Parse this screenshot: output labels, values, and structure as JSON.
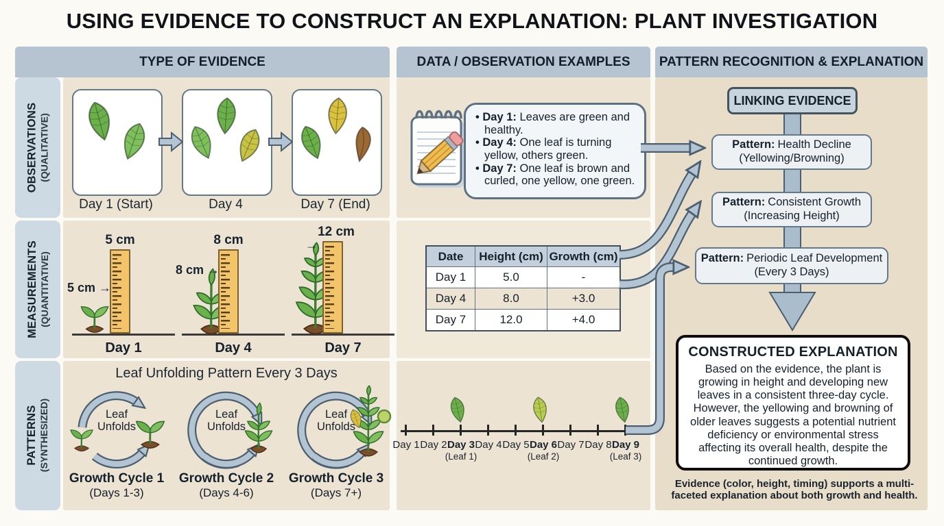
{
  "title": "USING EVIDENCE TO CONSTRUCT AN EXPLANATION: PLANT INVESTIGATION",
  "columns": [
    {
      "label": "TYPE OF EVIDENCE"
    },
    {
      "label": "DATA / OBSERVATION EXAMPLES"
    },
    {
      "label": "PATTERN RECOGNITION & EXPLANATION"
    }
  ],
  "row_labels": [
    {
      "line1": "OBSERVATIONS",
      "line2": "(QUALITATIVE)"
    },
    {
      "line1": "MEASUREMENTS",
      "line2": "(QUANTITATIVE)"
    },
    {
      "line1": "PATTERNS",
      "line2": "(SYNTHESIZED)"
    }
  ],
  "observations": {
    "stages": [
      {
        "label": "Day 1 (Start)",
        "icon": "two-green-leaves"
      },
      {
        "label": "Day 4",
        "icon": "two-green-one-yellow-leaf"
      },
      {
        "label": "Day 7 (End)",
        "icon": "green-yellow-brown-curled-leaves"
      }
    ],
    "notes": [
      {
        "day": "Day 1:",
        "text": "Leaves are green and healthy."
      },
      {
        "day": "Day 4:",
        "text": "One leaf is turning yellow, others green."
      },
      {
        "day": "Day 7:",
        "text": "One leaf is brown and curled, one yellow, one green."
      }
    ]
  },
  "measurements": {
    "stages": [
      {
        "day": "Day 1",
        "ruler_label": "5 cm",
        "pointer_label": "5 cm",
        "arrow": "→"
      },
      {
        "day": "Day 4",
        "ruler_label": "8 cm",
        "pointer_label": "8 cm",
        "arrow": "→"
      },
      {
        "day": "Day 7",
        "ruler_label": "12 cm",
        "pointer_label": "",
        "arrow": "→"
      }
    ],
    "table": {
      "headers": [
        "Date",
        "Height (cm)",
        "Growth (cm)"
      ],
      "rows": [
        [
          "Day 1",
          "5.0",
          "-"
        ],
        [
          "Day 4",
          "8.0",
          "+3.0"
        ],
        [
          "Day 7",
          "12.0",
          "+4.0"
        ]
      ]
    }
  },
  "patterns": {
    "title": "Leaf Unfolding Pattern Every 3 Days",
    "cycle_center_line1": "Leaf",
    "cycle_center_line2": "Unfolds",
    "cycles": [
      {
        "name": "Growth Cycle 1",
        "days": "(Days 1-3)"
      },
      {
        "name": "Growth Cycle 2",
        "days": "(Days 4-6)"
      },
      {
        "name": "Growth Cycle 3",
        "days": "(Days 7+)"
      }
    ],
    "timeline": {
      "ticks": [
        {
          "label": "Day 1",
          "sub": ""
        },
        {
          "label": "Day 2",
          "sub": ""
        },
        {
          "label": "Day 3",
          "sub": "(Leaf 1)"
        },
        {
          "label": "Day 4",
          "sub": ""
        },
        {
          "label": "Day 5",
          "sub": ""
        },
        {
          "label": "Day 6",
          "sub": "(Leaf 2)"
        },
        {
          "label": "Day 7",
          "sub": ""
        },
        {
          "label": "Day 8",
          "sub": ""
        },
        {
          "label": "Day 9",
          "sub": "(Leaf 3)"
        }
      ]
    }
  },
  "linking": {
    "header": "LINKING EVIDENCE",
    "pattern_boxes": [
      {
        "prefix": "Pattern:",
        "line1": "Health Decline",
        "line2": "(Yellowing/Browning)"
      },
      {
        "prefix": "Pattern:",
        "line1": "Consistent Growth",
        "line2": "(Increasing Height)"
      },
      {
        "prefix": "Pattern:",
        "line1": "Periodic Leaf Development",
        "line2": "(Every 3 Days)"
      }
    ],
    "explanation": {
      "title": "CONSTRUCTED EXPLANATION",
      "body": "Based on the evidence, the plant is growing in height and developing new leaves in a consistent three-day cycle. However, the yellowing and browning of older leaves suggests a potential nutrient deficiency or environmental stress affecting its overall health, despite the continued growth."
    },
    "caption": "Evidence (color, height, timing) supports a multi-faceted explanation about both growth and health."
  },
  "colors": {
    "header_bar": "#b6c4d2",
    "row_label_bg": "#cdd9e3",
    "panel_beige": "#ece3d3",
    "panel_tan": "#e8ddc9",
    "arrow_fill": "#b3c4d2",
    "arrow_stroke": "#4c5f70",
    "box_border": "#64788c",
    "leaf_green": "#6cb04b",
    "leaf_yellow": "#dcc13f",
    "leaf_brown": "#9b6a34",
    "ruler": "#f3c469"
  }
}
